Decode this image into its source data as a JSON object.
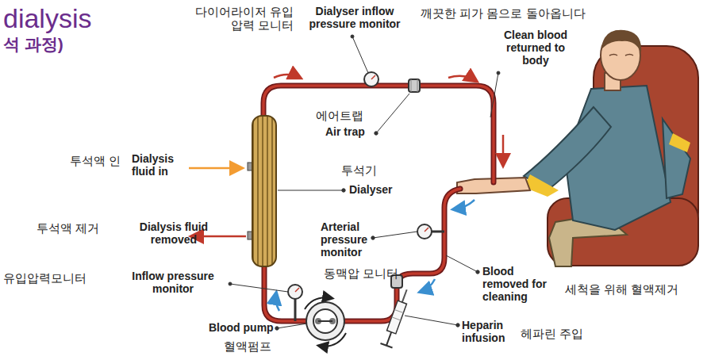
{
  "diagram": {
    "title": "dialysis",
    "labels": [
      "석 과정)",
      "다이어라이저 유입 압력 모니터",
      "Dialyser inflow pressure monitor",
      "깨끗한 피가 몸으로 돌아옵니다",
      "Clean blood returned to body",
      "에어트랩",
      "Air trap",
      "투석액 인",
      "Dialysis fluid in",
      "투석기",
      "Dialyser",
      "투석액 제거",
      "Dialysis fluid removed",
      "Arterial pressure monitor",
      "동맥압 모니터",
      "유입압력모니터",
      "Inflow pressure monitor",
      "Blood removed for cleaning",
      "세척을 위해 혈액제거",
      "Blood pump",
      "혈액펌프",
      "Heparin infusion",
      "헤파린 주입"
    ]
  }
}
